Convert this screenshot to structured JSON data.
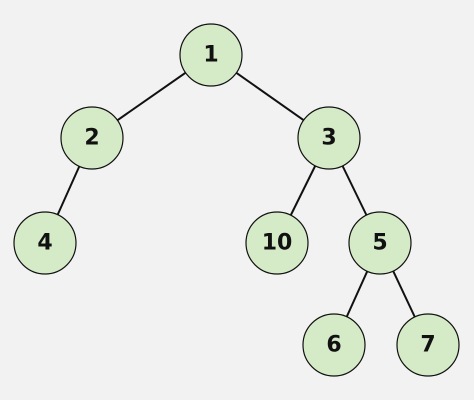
{
  "tree": {
    "nodes": [
      {
        "id": "n1",
        "label": "1"
      },
      {
        "id": "n2",
        "label": "2"
      },
      {
        "id": "n3",
        "label": "3"
      },
      {
        "id": "n4",
        "label": "4"
      },
      {
        "id": "n10",
        "label": "10"
      },
      {
        "id": "n5",
        "label": "5"
      },
      {
        "id": "n6",
        "label": "6"
      },
      {
        "id": "n7",
        "label": "7"
      }
    ],
    "edges": [
      {
        "from": "n1",
        "to": "n2"
      },
      {
        "from": "n1",
        "to": "n3"
      },
      {
        "from": "n2",
        "to": "n4"
      },
      {
        "from": "n3",
        "to": "n10"
      },
      {
        "from": "n3",
        "to": "n5"
      },
      {
        "from": "n5",
        "to": "n6"
      },
      {
        "from": "n5",
        "to": "n7"
      }
    ]
  },
  "colors": {
    "background": "#f2f2f2",
    "node_fill": "#d5ebc8",
    "node_stroke": "#111111",
    "edge": "#111111",
    "label": "#111111"
  }
}
